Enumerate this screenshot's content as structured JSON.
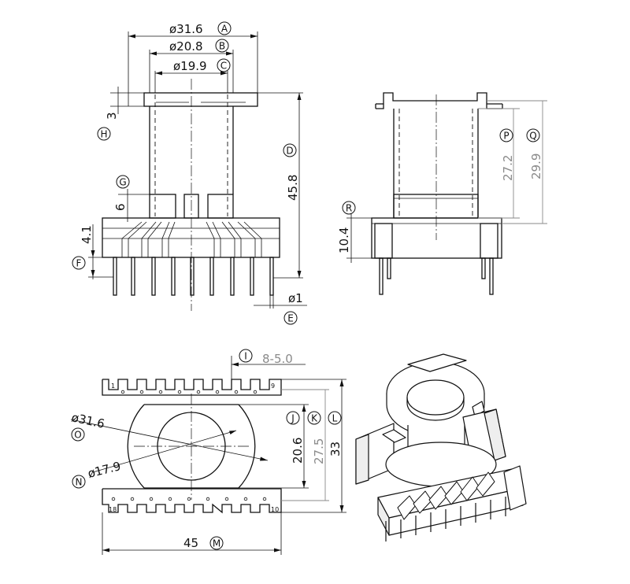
{
  "dimensions": {
    "A": "ø31.6",
    "B": "ø20.8",
    "C": "ø19.9",
    "D": "45.8",
    "E": "ø1",
    "F": "4.1",
    "G": "6",
    "H": "3",
    "I": "8-5.0",
    "J": "20.6",
    "K": "27.5",
    "L": "33",
    "M": "45",
    "N": "ø17.9",
    "O": "ø31.6",
    "P": "27.2",
    "Q": "29.9",
    "R": "10.4"
  },
  "callouts": [
    "A",
    "B",
    "C",
    "D",
    "E",
    "F",
    "G",
    "H",
    "I",
    "J",
    "K",
    "L",
    "M",
    "N",
    "O",
    "P",
    "Q",
    "R"
  ],
  "pins": {
    "first": "1",
    "ninth": "9",
    "tenth": "10",
    "last": "18"
  }
}
